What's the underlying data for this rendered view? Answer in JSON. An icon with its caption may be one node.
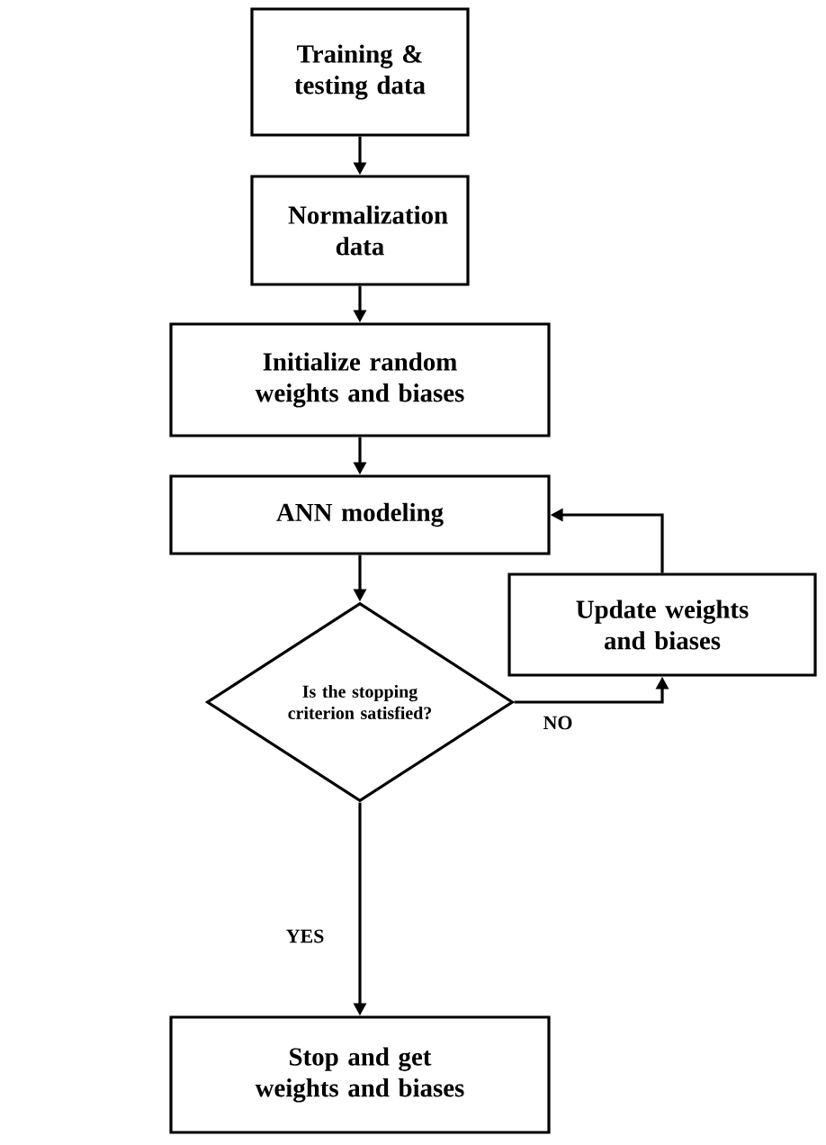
{
  "diagram": {
    "nodes": [
      {
        "text": [
          "Training & testing data"
        ]
      },
      {
        "text": [
          "Normalization data"
        ]
      },
      {
        "text": [
          "Initialize random weights and biases"
        ]
      },
      {
        "text": [
          "ANN modeling"
        ]
      },
      {
        "text": [
          "Is the stopping criterion satisfied?"
        ]
      },
      {
        "text": [
          "Update weights and biases"
        ]
      },
      {
        "text": [
          "Stop and get weights and biases"
        ]
      }
    ],
    "edges": [
      {
        "from": 0,
        "to": 1,
        "arrow": "to"
      },
      {
        "from": 1,
        "to": 2,
        "arrow": "to"
      },
      {
        "from": 2,
        "to": 3,
        "arrow": "to"
      },
      {
        "from": 3,
        "to": 4,
        "arrow": "to"
      },
      {
        "from": 4,
        "to": 5,
        "arrow": "to",
        "label": "NO"
      },
      {
        "from": 5,
        "to": 3,
        "arrow": "to"
      },
      {
        "from": 4,
        "to": 6,
        "arrow": "to",
        "label": "YES"
      }
    ]
  }
}
